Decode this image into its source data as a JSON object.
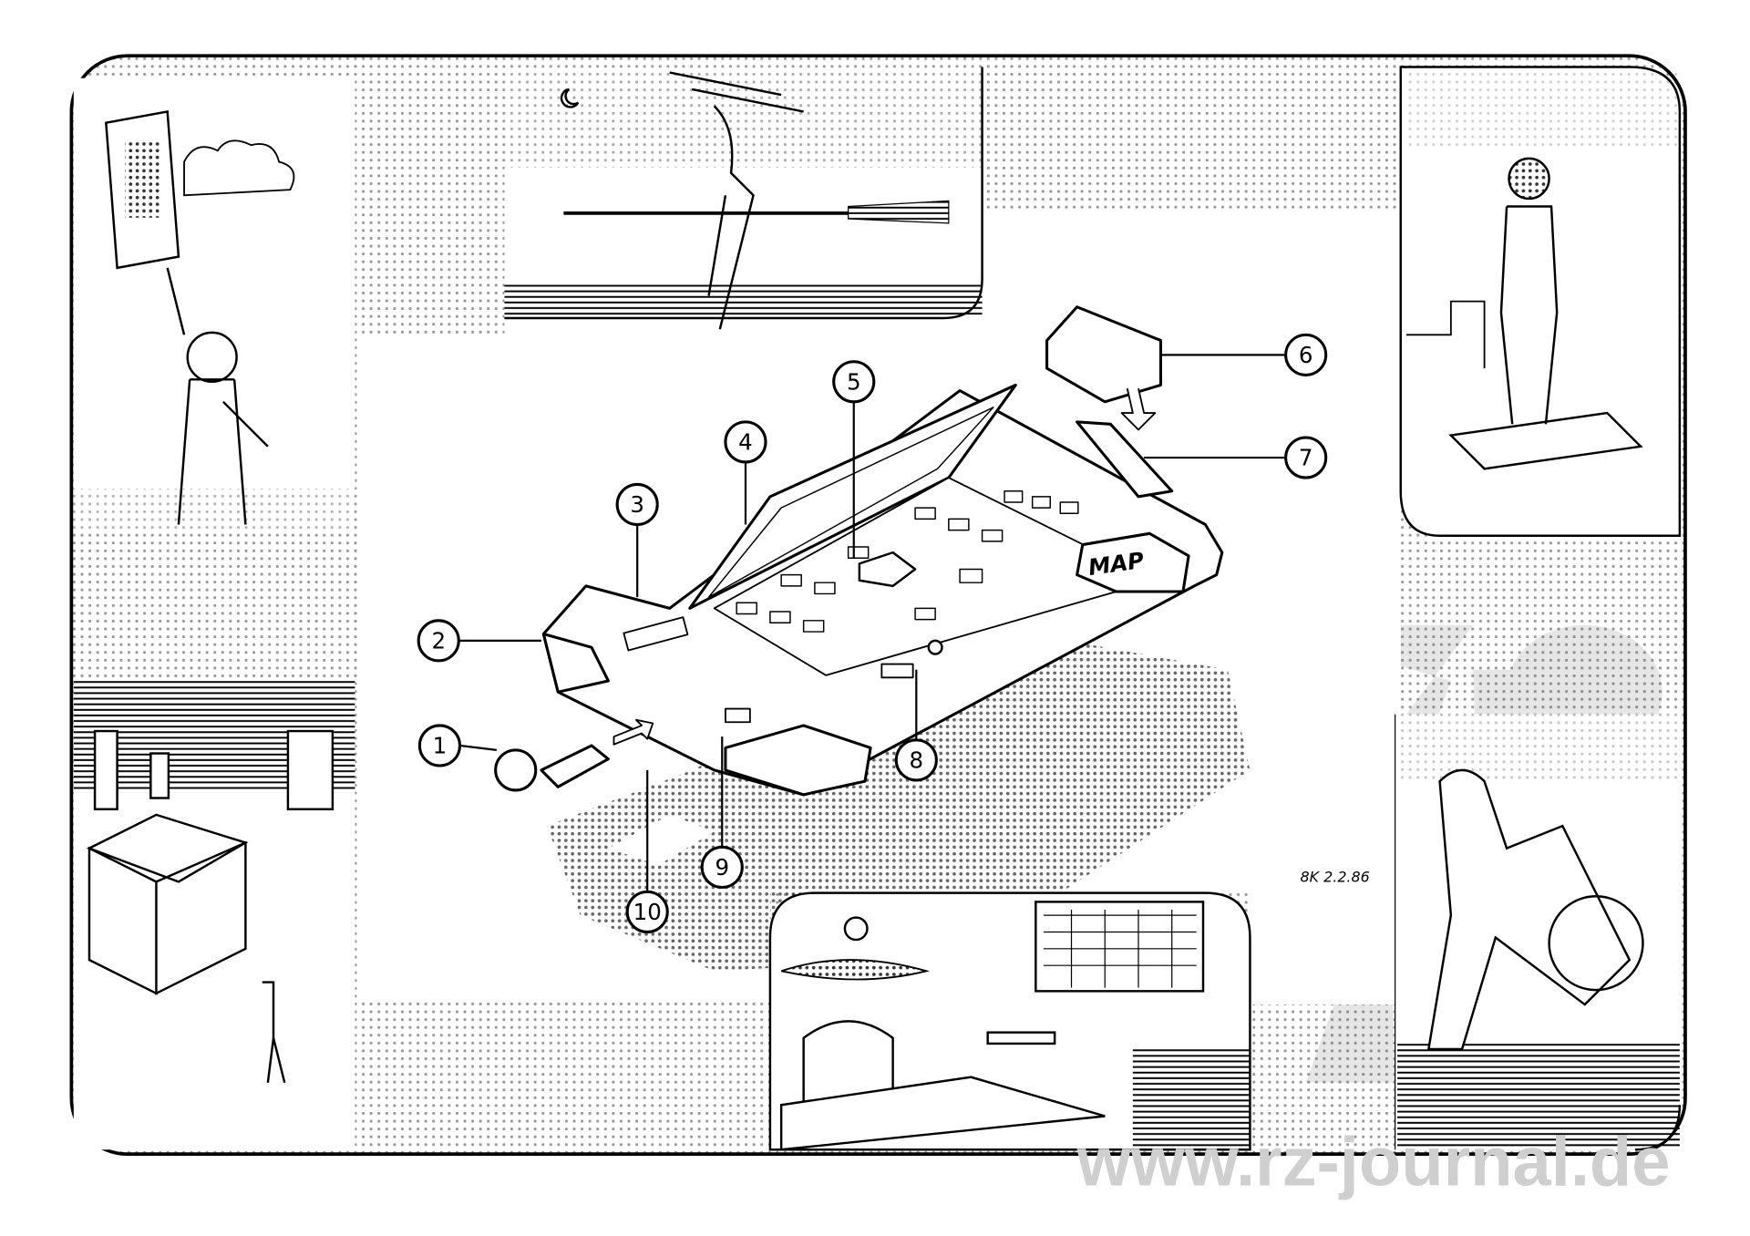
{
  "illustration": {
    "callouts": [
      "1",
      "2",
      "3",
      "4",
      "5",
      "6",
      "7",
      "8",
      "9",
      "10"
    ],
    "device_label": "MAP",
    "signature": "8K 2.2.86",
    "watermark": "www.rz-journal.de",
    "colors": {
      "ink": "#000000",
      "halftone": "#555555",
      "watermark": "#d6d6d6",
      "paper": "#ffffff"
    },
    "panels": [
      "soldier-holding-device",
      "witch-on-broom",
      "pilot-on-hoverboard",
      "flying-box-and-man",
      "kitchen-scene",
      "dinosaur-with-backpack"
    ]
  }
}
